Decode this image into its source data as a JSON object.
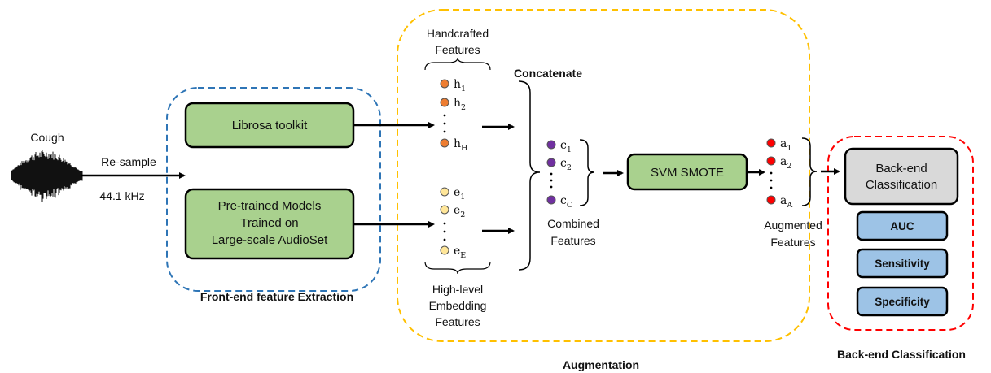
{
  "input": {
    "label": "Cough",
    "resample_label": "Re-sample",
    "rate_label": "44.1 kHz"
  },
  "front_end": {
    "title": "Front-end feature Extraction",
    "box1": "Librosa toolkit",
    "box2_lines": [
      "Pre-trained Models",
      "Trained on",
      "Large-scale AudioSet"
    ]
  },
  "augmentation": {
    "title": "Augmentation",
    "handcrafted_lines": [
      "Handcrafted",
      "Features"
    ],
    "embedding_lines": [
      "High-level",
      "Embedding",
      "Features"
    ],
    "concatenate": "Concatenate",
    "combined_lines": [
      "Combined",
      "Features"
    ],
    "handcrafted": [
      {
        "base": "h",
        "sub": "1"
      },
      {
        "base": "h",
        "sub": "2"
      },
      {
        "base": "h",
        "sub": "H"
      }
    ],
    "embedding": [
      {
        "base": "e",
        "sub": "1"
      },
      {
        "base": "e",
        "sub": "2"
      },
      {
        "base": "e",
        "sub": "E"
      }
    ],
    "combined": [
      {
        "base": "c",
        "sub": "1"
      },
      {
        "base": "c",
        "sub": "2"
      },
      {
        "base": "c",
        "sub": "C"
      }
    ],
    "svm_box": "SVM SMOTE",
    "augmented": [
      {
        "base": "a",
        "sub": "1"
      },
      {
        "base": "a",
        "sub": "2"
      },
      {
        "base": "a",
        "sub": "A"
      }
    ],
    "augmented_lines": [
      "Augmented",
      "Features"
    ]
  },
  "back_end": {
    "title": "Back-end Classification",
    "box_lines": [
      "Back-end",
      "Classification"
    ],
    "metrics": [
      "AUC",
      "Sensitivity",
      "Specificity"
    ]
  },
  "colors": {
    "green_box": "#a9d18e",
    "grey_box": "#d9d9d9",
    "blue_box": "#9dc3e6",
    "handcrafted_dot": "#ed7d31",
    "embedding_dot": "#ffe699",
    "combined_dot": "#7030a0",
    "augmented_dot": "#ff0000",
    "front_border": "#2e75b6",
    "aug_border": "#ffc000",
    "back_border": "#ff0000"
  }
}
